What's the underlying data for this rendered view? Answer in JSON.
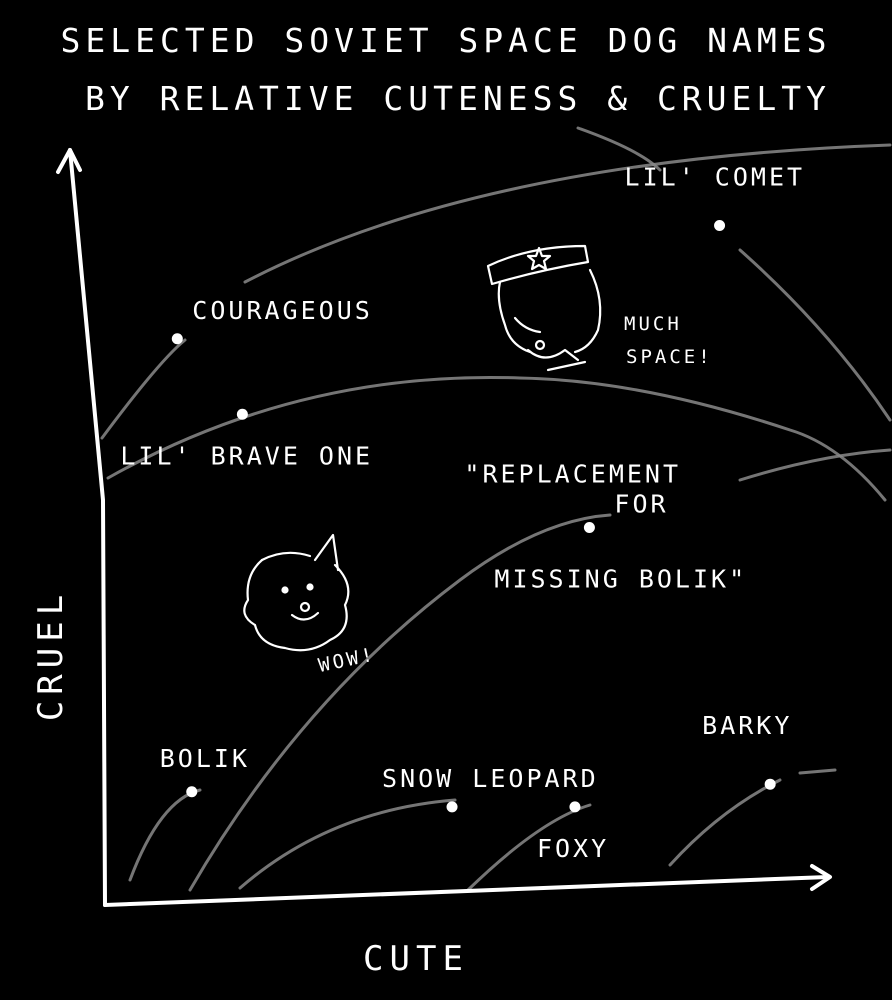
{
  "chart_data": {
    "type": "scatter",
    "title_line1": "SELECTED SOVIET SPACE DOG NAMES",
    "title_line2": "BY RELATIVE CUTENESS & CRUELTY",
    "xlabel": "CUTE",
    "ylabel": "CRUEL",
    "xlim": [
      0,
      100
    ],
    "ylim": [
      0,
      100
    ],
    "grid": false,
    "points": [
      {
        "label": "LIL' COMET",
        "x": 85,
        "y": 90
      },
      {
        "label": "COURAGEOUS",
        "x": 10,
        "y": 75
      },
      {
        "label": "LIL' BRAVE ONE",
        "x": 19,
        "y": 65
      },
      {
        "label_lines": [
          "\"REPLACEMENT",
          "FOR",
          "MISSING BOLIK\""
        ],
        "x": 67,
        "y": 50
      },
      {
        "label": "BOLIK",
        "x": 12,
        "y": 15
      },
      {
        "label": "SNOW LEOPARD",
        "x": 48,
        "y": 13
      },
      {
        "label": "FOXY",
        "x": 65,
        "y": 13
      },
      {
        "label": "BARKY",
        "x": 92,
        "y": 16
      }
    ],
    "annotations": [
      "MUCH",
      "SPACE!",
      "WOW!"
    ]
  }
}
